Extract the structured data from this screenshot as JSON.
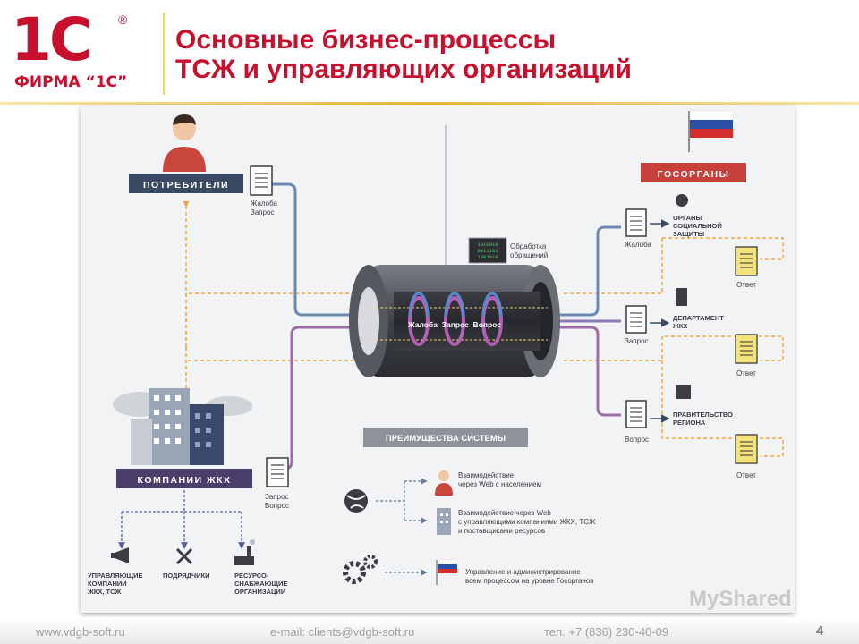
{
  "logo": {
    "mark": "1С",
    "registered": "®",
    "subtitle": "ФИРМА “1С”"
  },
  "title": {
    "line1": "Основные бизнес-процессы",
    "line2": "ТСЖ и управляющих организаций"
  },
  "diagram": {
    "consumers": "ПОТРЕБИТЕЛИ",
    "gov_label": "ГОСОРГАНЫ",
    "companies": "КОМПАНИИ ЖКХ",
    "complaint_request": [
      "Жалоба",
      "Запрос"
    ],
    "request_question": [
      "Запрос",
      "Вопрос"
    ],
    "processing": [
      "Обработка",
      "обращений"
    ],
    "binary": [
      "1010010",
      "0011101",
      "1001010"
    ],
    "tube_label": "Жалоба  Запрос  Вопрос",
    "gov_items": [
      {
        "name": [
          "ОРГАНЫ",
          "СОЦИАЛЬНОЙ",
          "ЗАЩИТЫ"
        ],
        "incoming": "Жалоба",
        "answer": "Ответ"
      },
      {
        "name": [
          "ДЕПАРТАМЕНТ",
          "ЖКХ"
        ],
        "incoming": "Запрос",
        "answer": "Ответ"
      },
      {
        "name": [
          "ПРАВИТЕЛЬСТВО",
          "РЕГИОНА"
        ],
        "incoming": "Вопрос",
        "answer": "Ответ"
      }
    ],
    "advantages_title": "ПРЕИМУЩЕСТВА СИСТЕМЫ",
    "advantages": [
      [
        "Взаимодействие",
        "через Web с населением"
      ],
      [
        "Взаимодействие через Web",
        "с управляющими компаниями ЖКХ, ТСЖ",
        "и поставщиками ресурсов"
      ],
      [
        "Управление и администрирование",
        "всем процессом на уровне Госорганов"
      ]
    ],
    "company_types": [
      [
        "УПРАВЛЯЮЩИЕ",
        "КОМПАНИИ",
        "ЖКХ, ТСЖ"
      ],
      [
        "ПОДРЯДЧИКИ"
      ],
      [
        "РЕСУРСО-",
        "СНАБЖАЮЩИЕ",
        "ОРГАНИЗАЦИИ"
      ]
    ]
  },
  "watermark": {
    "my": "My",
    "shared": "Shared"
  },
  "footer": {
    "site": "www.vdgb-soft.ru",
    "email": "e-mail: clients@vdgb-soft.ru",
    "phone": "тел. +7 (836) 230-40-09",
    "page": "4"
  }
}
